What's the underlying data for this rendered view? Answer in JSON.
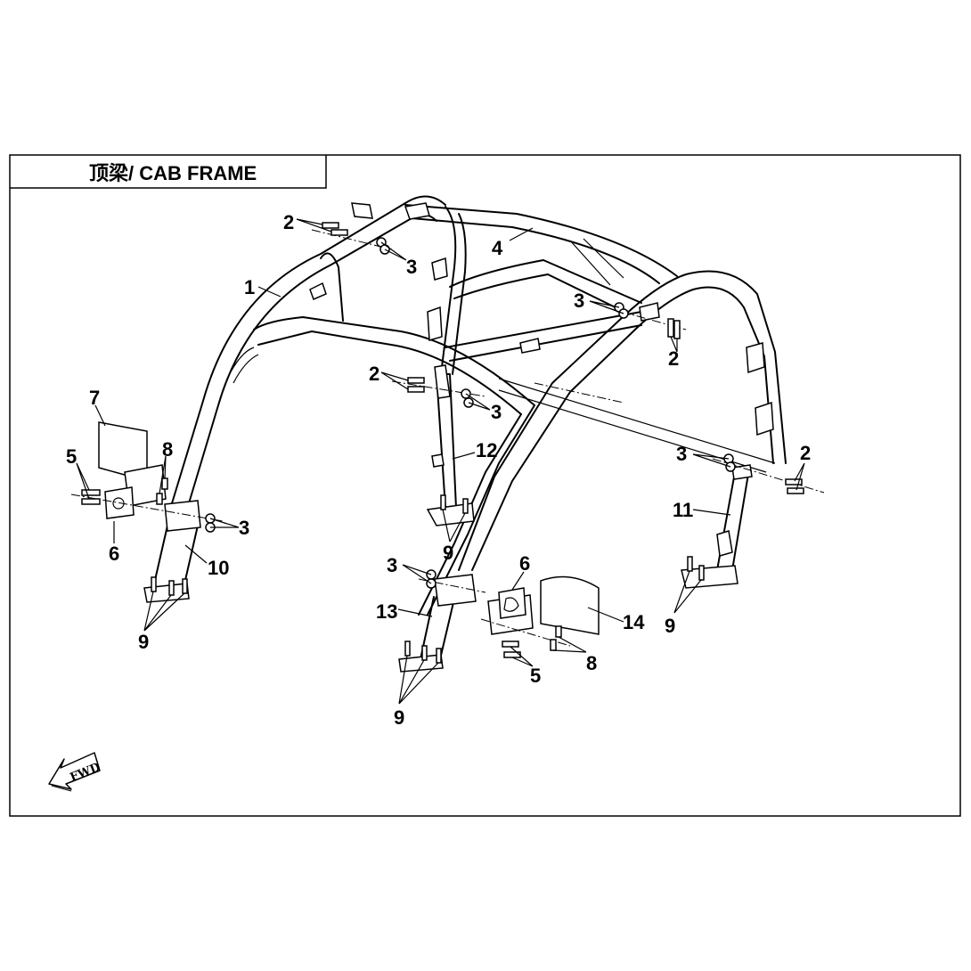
{
  "header": {
    "title": "顶梁/ CAB FRAME"
  },
  "callouts": [
    {
      "id": "c1",
      "text": "1"
    },
    {
      "id": "c2a",
      "text": "2"
    },
    {
      "id": "c2b",
      "text": "2"
    },
    {
      "id": "c2c",
      "text": "2"
    },
    {
      "id": "c2d",
      "text": "2"
    },
    {
      "id": "c3a",
      "text": "3"
    },
    {
      "id": "c3b",
      "text": "3"
    },
    {
      "id": "c3c",
      "text": "3"
    },
    {
      "id": "c3d",
      "text": "3"
    },
    {
      "id": "c3e",
      "text": "3"
    },
    {
      "id": "c3f",
      "text": "3"
    },
    {
      "id": "c4",
      "text": "4"
    },
    {
      "id": "c5a",
      "text": "5"
    },
    {
      "id": "c5b",
      "text": "5"
    },
    {
      "id": "c6a",
      "text": "6"
    },
    {
      "id": "c6b",
      "text": "6"
    },
    {
      "id": "c7",
      "text": "7"
    },
    {
      "id": "c8a",
      "text": "8"
    },
    {
      "id": "c8b",
      "text": "8"
    },
    {
      "id": "c9a",
      "text": "9"
    },
    {
      "id": "c9b",
      "text": "9"
    },
    {
      "id": "c9c",
      "text": "9"
    },
    {
      "id": "c9d",
      "text": "9"
    },
    {
      "id": "c10",
      "text": "10"
    },
    {
      "id": "c11",
      "text": "11"
    },
    {
      "id": "c12",
      "text": "12"
    },
    {
      "id": "c13",
      "text": "13"
    },
    {
      "id": "c14",
      "text": "14"
    }
  ],
  "fwd_label": "FWD"
}
